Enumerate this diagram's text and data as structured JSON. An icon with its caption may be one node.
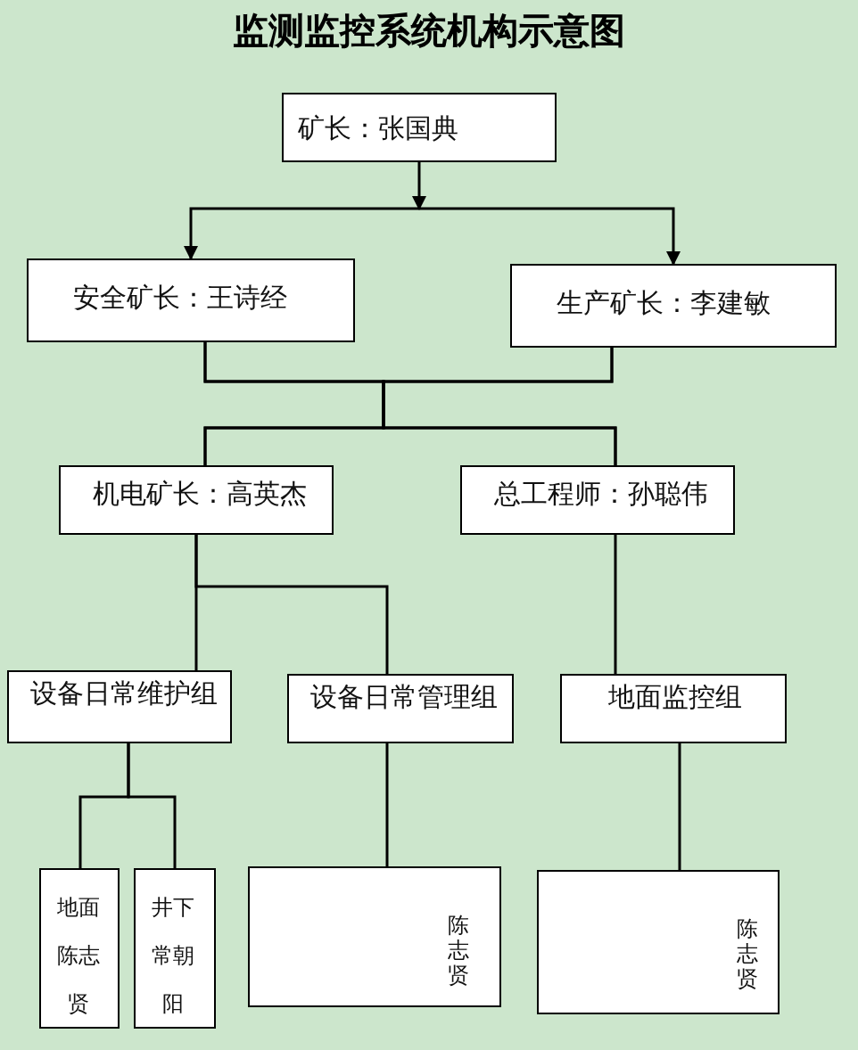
{
  "diagram": {
    "title": "监测监控系统机构示意图",
    "nodes": [
      {
        "text": [
          "矿长：张国典"
        ]
      },
      {
        "text": [
          "安全矿长：王诗经"
        ]
      },
      {
        "text": [
          "生产矿长：李建敏"
        ]
      },
      {
        "text": [
          "机电矿长：高英杰"
        ]
      },
      {
        "text": [
          "总工程师：孙聪伟"
        ]
      },
      {
        "text": [
          "设备日常维护组"
        ]
      },
      {
        "text": [
          "设备日常管理组"
        ]
      },
      {
        "text": [
          "地面监控组"
        ]
      },
      {
        "text": [
          "地面陈志贤"
        ]
      },
      {
        "text": [
          "井下常朝阳"
        ]
      },
      {
        "text": [
          "陈志贤"
        ]
      },
      {
        "text": [
          "陈志贤"
        ]
      }
    ],
    "edges": [
      {
        "from": 0,
        "to": 1,
        "arrow": "to"
      },
      {
        "from": 0,
        "to": 2,
        "arrow": "to"
      },
      {
        "from": 1,
        "to": 3,
        "arrow": "none"
      },
      {
        "from": 1,
        "to": 4,
        "arrow": "none"
      },
      {
        "from": 2,
        "to": 3,
        "arrow": "none"
      },
      {
        "from": 2,
        "to": 4,
        "arrow": "none"
      },
      {
        "from": 3,
        "to": 5,
        "arrow": "none"
      },
      {
        "from": 3,
        "to": 6,
        "arrow": "none"
      },
      {
        "from": 4,
        "to": 7,
        "arrow": "none"
      },
      {
        "from": 5,
        "to": 8,
        "arrow": "none"
      },
      {
        "from": 5,
        "to": 9,
        "arrow": "none"
      },
      {
        "from": 6,
        "to": 10,
        "arrow": "none"
      },
      {
        "from": 7,
        "to": 11,
        "arrow": "none"
      }
    ]
  }
}
